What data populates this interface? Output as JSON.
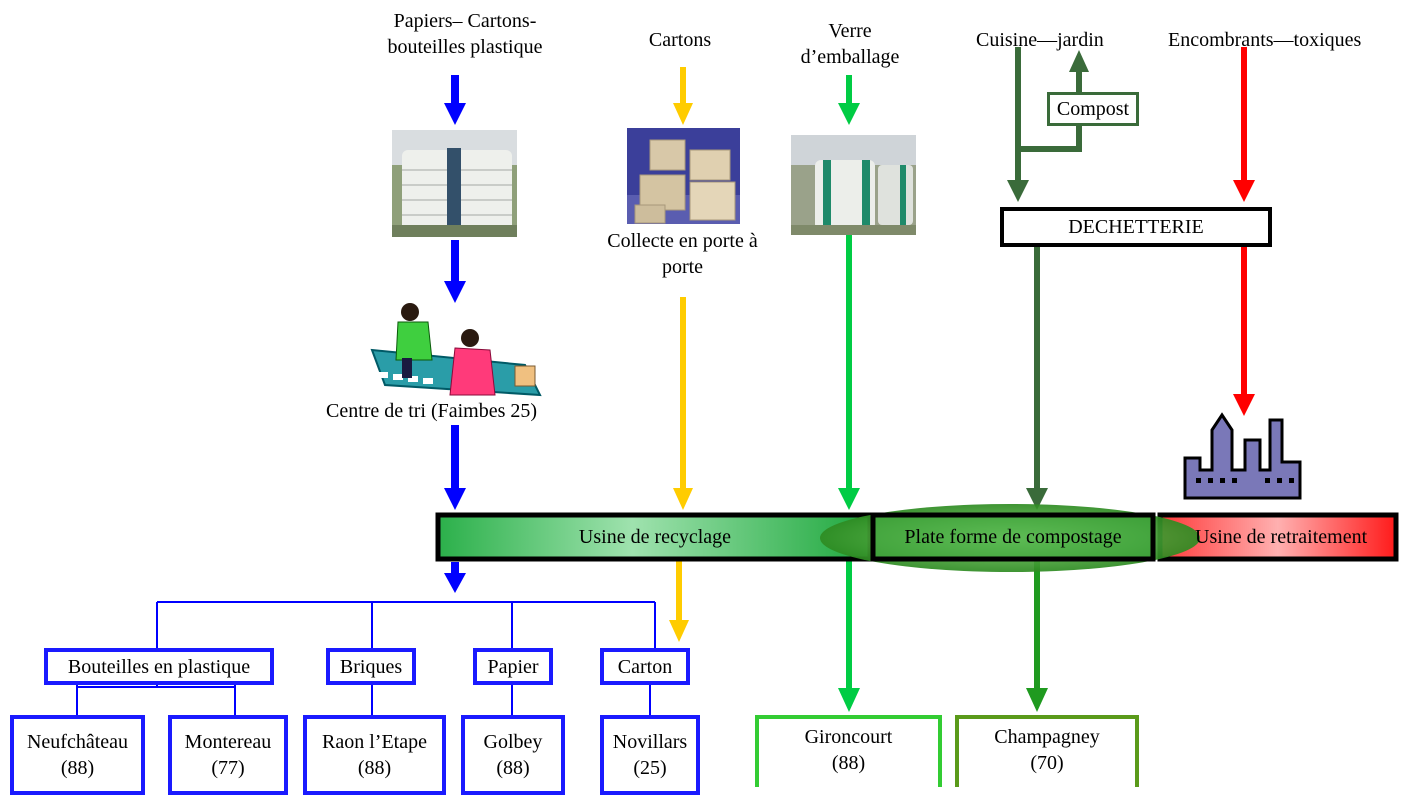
{
  "sources": {
    "papiers": "Papiers– Cartons-\nbouteilles  plastique",
    "cartons": "Cartons",
    "verre": "Verre\nd’emballage",
    "cuisine": "Cuisine—jardin",
    "encombrants": "Encombrants—toxiques"
  },
  "compost": "Compost",
  "dechetterie": "DECHETTERIE",
  "collecte": "Collecte en  porte à\nporte",
  "centre_tri": "Centre de tri (Faimbes 25)",
  "factories": {
    "recyclage": "Usine de recyclage",
    "compostage": "Plate forme de compostage",
    "retraitement": "Usine de retraitement"
  },
  "products": {
    "bouteilles": "Bouteilles en plastique",
    "briques": "Briques",
    "papier": "Papier",
    "carton": "Carton"
  },
  "destinations": [
    {
      "name": "Neufchâteau",
      "dept": "(88)"
    },
    {
      "name": "Montereau",
      "dept": "(77)"
    },
    {
      "name": "Raon l’Etape",
      "dept": "(88)"
    },
    {
      "name": "Golbey",
      "dept": "(88)"
    },
    {
      "name": "Novillars",
      "dept": "(25)"
    },
    {
      "name": "Gironcourt",
      "dept": "(88)"
    },
    {
      "name": "Champagney",
      "dept": "(70)"
    }
  ],
  "colors": {
    "blue": "#0000ff",
    "yellow": "#ffcc00",
    "green": "#00cc44",
    "darkgreen": "#3a6b3a",
    "red": "#ff0000"
  }
}
